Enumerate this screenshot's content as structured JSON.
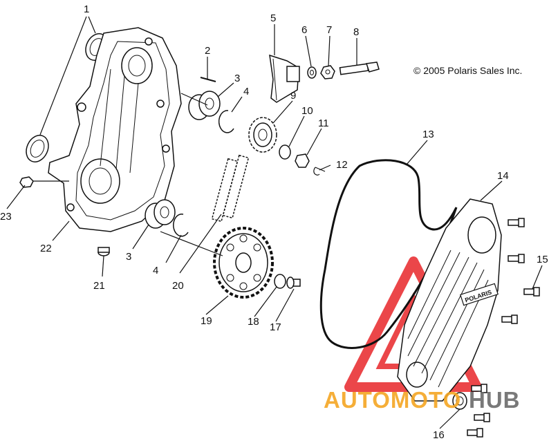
{
  "copyright": "© 2005 Polaris Sales Inc.",
  "cover_logo": "POLARIS",
  "watermark": {
    "part1": "AUTOMOTO",
    "part2": "HUB",
    "color1": "#f5a623",
    "color2": "#6b6b6b",
    "triangle_color": "#e8262a"
  },
  "callouts": {
    "c1": "1",
    "c2": "2",
    "c3a": "3",
    "c3b": "3",
    "c4a": "4",
    "c4b": "4",
    "c5": "5",
    "c6": "6",
    "c7": "7",
    "c8": "8",
    "c9": "9",
    "c10": "10",
    "c11": "11",
    "c12": "12",
    "c13": "13",
    "c14": "14",
    "c15": "15",
    "c16": "16",
    "c17": "17",
    "c18": "18",
    "c19": "19",
    "c20": "20",
    "c21": "21",
    "c22": "22",
    "c23": "23"
  }
}
